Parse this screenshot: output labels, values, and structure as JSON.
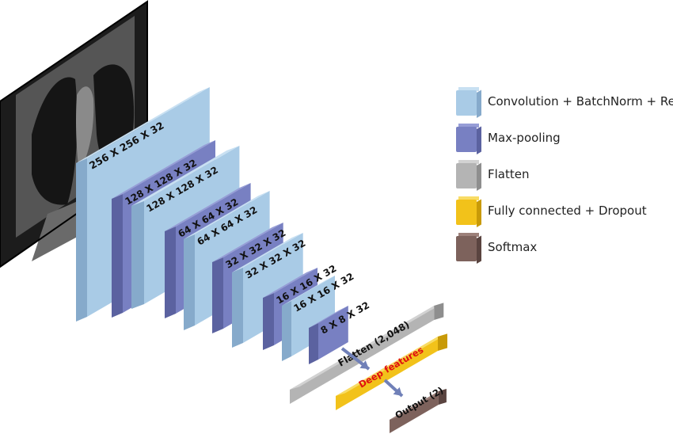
{
  "layers": [
    {
      "label": "256 X 256 X 32",
      "type": "conv"
    },
    {
      "label": "128 X 128 X 32",
      "type": "pool"
    },
    {
      "label": "128 X 128 X 32",
      "type": "conv"
    },
    {
      "label": "64 X 64 X 32",
      "type": "pool"
    },
    {
      "label": "64 X 64 X 32",
      "type": "conv"
    },
    {
      "label": "32 X 32 X 32",
      "type": "pool"
    },
    {
      "label": "32 X 32 X 32",
      "type": "conv"
    },
    {
      "label": "16 X 16 X 32",
      "type": "pool"
    },
    {
      "label": "16 X 16 X 32",
      "type": "conv"
    },
    {
      "label": "8 X 8 X 32",
      "type": "pool"
    }
  ],
  "flatten": {
    "label": "Flatten (2,048)"
  },
  "deep_features": {
    "label": "Deep features"
  },
  "output": {
    "label": "Output (2)"
  },
  "legend": [
    {
      "label": "Convolution + BatchNorm + ReLu",
      "type": "conv"
    },
    {
      "label": "Max-pooling",
      "type": "pool"
    },
    {
      "label": "Flatten",
      "type": "flatten"
    },
    {
      "label": "Fully connected + Dropout",
      "type": "fc"
    },
    {
      "label": "Softmax",
      "type": "softmax"
    }
  ],
  "colors": {
    "conv": {
      "front": "#a9cbe6",
      "side": "#86aacb",
      "top": "#c8e0f2"
    },
    "pool": {
      "front": "#7880c2",
      "side": "#5b62a0",
      "top": "#969dd6"
    },
    "flatten": {
      "front": "#b4b4b4",
      "side": "#8e8e8e",
      "top": "#d2d2d2"
    },
    "fc": {
      "front": "#f2c21a",
      "side": "#c89a08",
      "top": "#f8dc66"
    },
    "softmax": {
      "front": "#7d625c",
      "side": "#5a4440",
      "top": "#9c807a"
    },
    "deep_features_text": "#e01010",
    "arrow": "#7080b8"
  }
}
